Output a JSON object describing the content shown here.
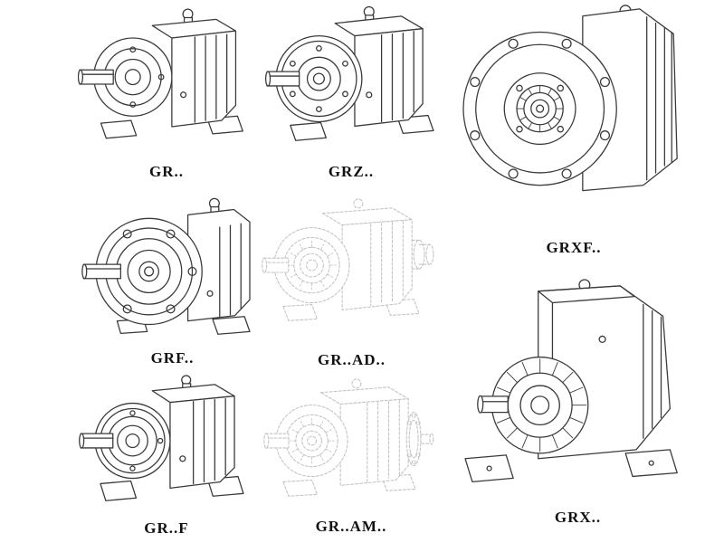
{
  "page": {
    "background": "#ffffff",
    "line_color": "#3a3a3a",
    "ghost_line_color": "#c4c4c4",
    "label_color": "#111111"
  },
  "figures": [
    {
      "id": "gr",
      "label": "GR..",
      "style": "solid"
    },
    {
      "id": "grz",
      "label": "GRZ..",
      "style": "solid"
    },
    {
      "id": "grxf",
      "label": "GRXF..",
      "style": "solid"
    },
    {
      "id": "grf",
      "label": "GRF..",
      "style": "solid"
    },
    {
      "id": "grad",
      "label": "GR..AD..",
      "style": "ghost"
    },
    {
      "id": "grfoot",
      "label": "GR..F",
      "style": "solid"
    },
    {
      "id": "gram",
      "label": "GR..AM..",
      "style": "ghost"
    },
    {
      "id": "grx",
      "label": "GRX..",
      "style": "solid"
    }
  ]
}
